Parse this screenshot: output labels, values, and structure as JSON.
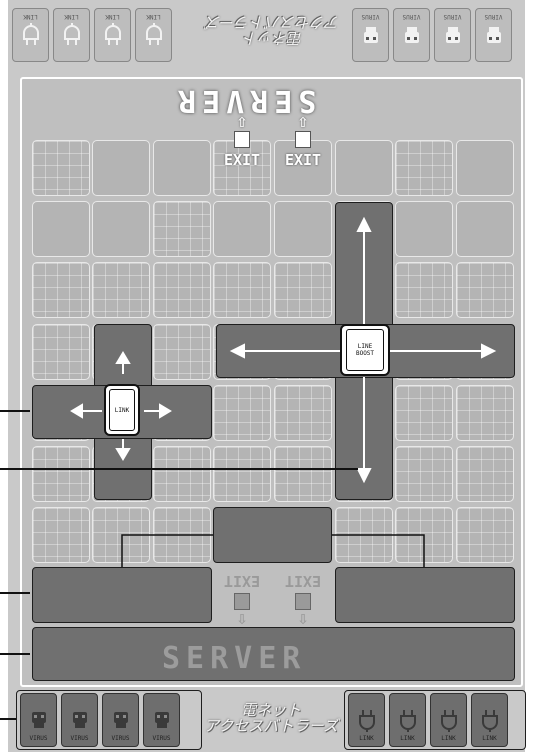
{
  "board": {
    "top_tray": {
      "link_cards": [
        "LINK",
        "LINK",
        "LINK",
        "LINK"
      ],
      "virus_cards": [
        "VIRUS",
        "VIRUS",
        "VIRUS",
        "VIRUS"
      ],
      "title_line1": "電ネット",
      "title_line2": "アクセスバトラーズ"
    },
    "bottom_tray": {
      "virus_cards": [
        "VIRUS",
        "VIRUS",
        "VIRUS",
        "VIRUS"
      ],
      "link_cards": [
        "LINK",
        "LINK",
        "LINK",
        "LINK"
      ],
      "title_line1": "電ネット",
      "title_line2": "アクセスバトラーズ"
    },
    "server_top": "SERVER",
    "server_bottom": "SERVER",
    "exits_top": [
      "EXIT",
      "EXIT"
    ],
    "exits_bottom": [
      "EXIT",
      "EXIT"
    ],
    "pieces": {
      "link": "LINK",
      "line_boost_line1": "LINE",
      "line_boost_line2": "BOOST"
    }
  },
  "colors": {
    "board_bg": "#c9c9c9",
    "shaded_area": "#707070",
    "piece_face": "#ffffff",
    "outline": "#1e1e1e"
  },
  "icons": {
    "link": "plug-icon",
    "virus": "skull-icon",
    "exit": "door-icon",
    "move": "arrow-icon"
  }
}
